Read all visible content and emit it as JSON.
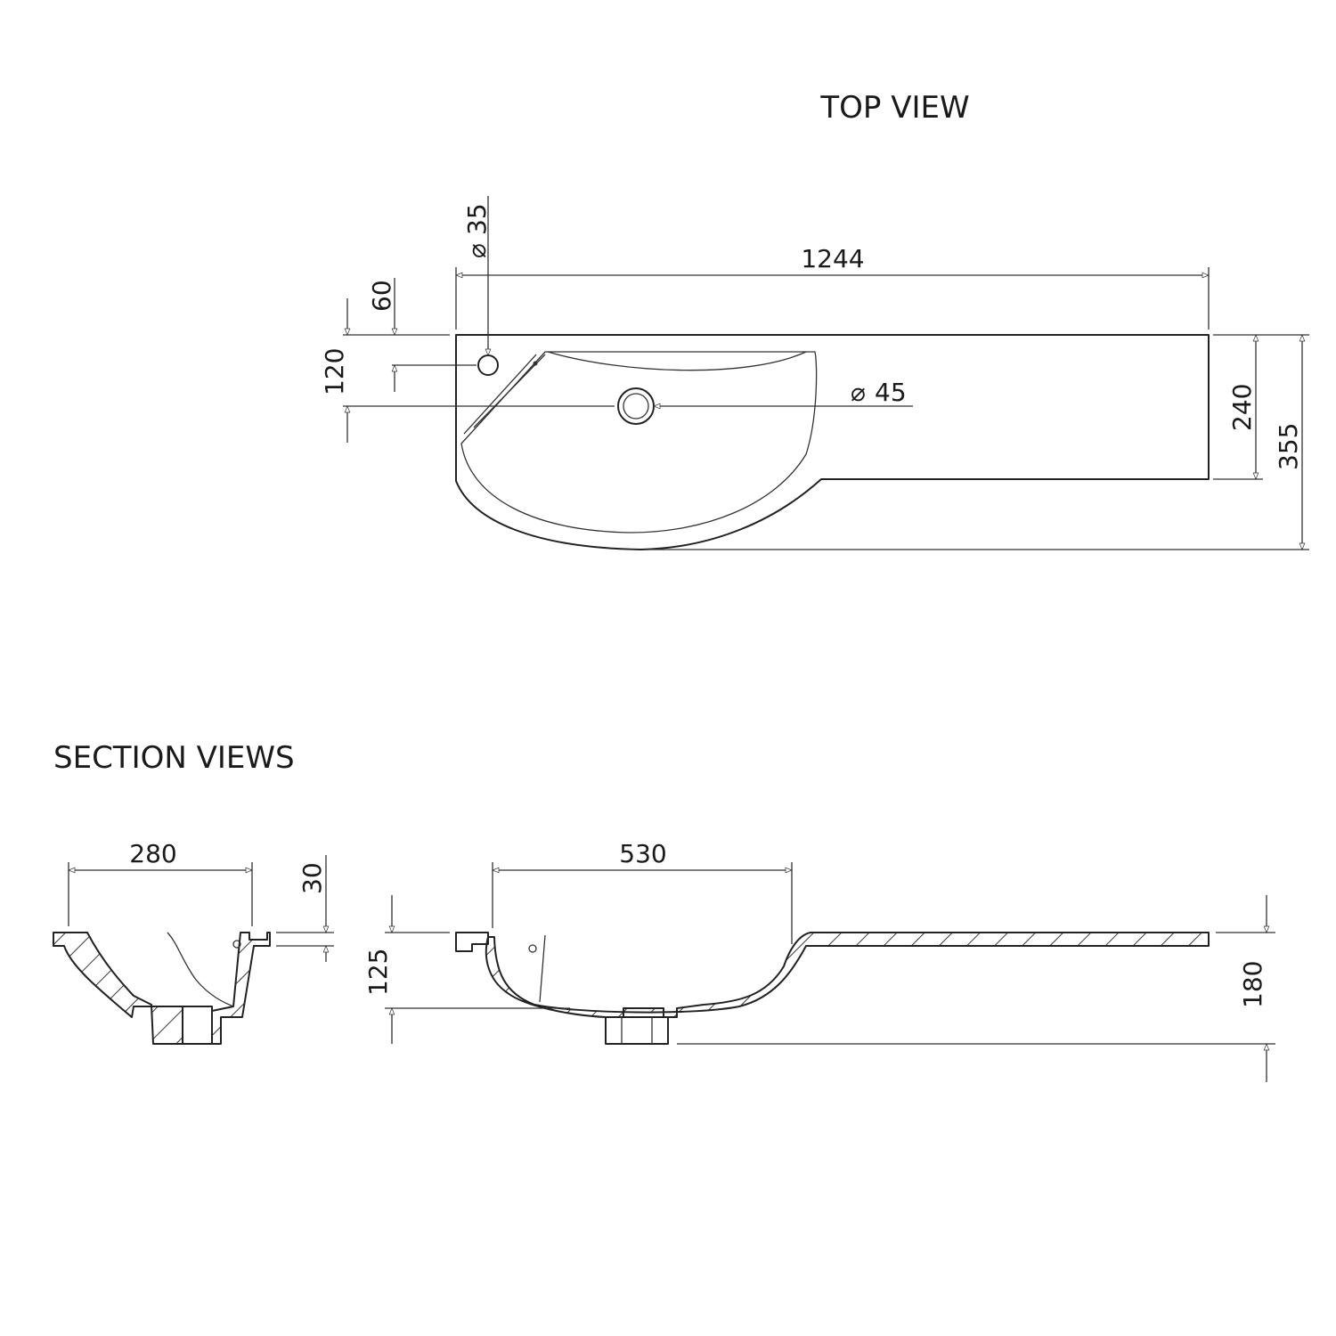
{
  "titles": {
    "top_view": "TOP VIEW",
    "section_views": "SECTION VIEWS"
  },
  "top_view": {
    "tap_hole_diameter": "35",
    "overall_length": "1244",
    "tap_offset": "60",
    "waste_offset": "120",
    "waste_diameter": "45",
    "counter_depth": "240",
    "overall_depth": "355"
  },
  "section_a": {
    "bowl_width": "280",
    "rim_thickness": "30"
  },
  "section_b": {
    "bowl_length": "530",
    "bowl_depth": "125",
    "overall_height": "180"
  },
  "symbols": {
    "diameter": "⌀"
  }
}
